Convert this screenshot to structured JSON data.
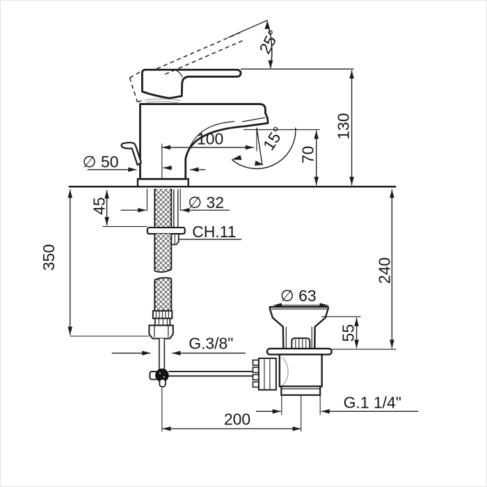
{
  "diagram": {
    "title": "Single-lever basin mixer with pop-up waste — dimensional technical drawing",
    "units": "mm",
    "background": "#ffffff",
    "line_color": "#1c1c1c"
  },
  "labels": {
    "handle_angle": "25°",
    "total_height": "130",
    "spout_reach": "100",
    "spray_angle": "15°",
    "spout_height": "70",
    "base_diameter": "∅ 50",
    "hole_diameter": "∅ 32",
    "clamp_height": "45",
    "nut_size": "CH.11",
    "hose_drop": "350",
    "waste_drop": "240",
    "waste_flange_diameter": "∅ 63",
    "waste_body_height": "55",
    "supply_thread": "G.3/8\"",
    "waste_thread": "G.1 1/4\"",
    "rod_offset": "200"
  }
}
